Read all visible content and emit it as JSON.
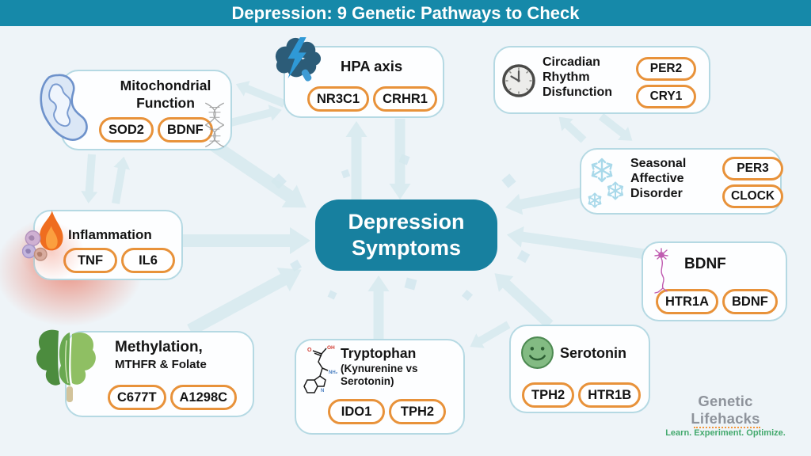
{
  "banner": {
    "title": "Depression: 9 Genetic Pathways to Check"
  },
  "center": {
    "title_line1": "Depression",
    "title_line2": "Symptoms"
  },
  "pathways": [
    {
      "key": "mitochondrial-function",
      "title": "Mitochondrial Function",
      "genes": [
        "SOD2",
        "BDNF"
      ],
      "icons": [
        "mitochondria-icon",
        "dna-helix-icon"
      ]
    },
    {
      "key": "hpa-axis",
      "title": "HPA axis",
      "genes": [
        "NR3C1",
        "CRHR1"
      ],
      "icons": [
        "brain-lightning-icon"
      ]
    },
    {
      "key": "circadian-rhythm-disfunction",
      "title": "Circadian Rhythm Disfunction",
      "genes": [
        "PER2",
        "CRY1"
      ],
      "icons": [
        "clock-icon"
      ]
    },
    {
      "key": "seasonal-affective-disorder",
      "title": "Seasonal Affective Disorder",
      "genes": [
        "PER3",
        "CLOCK"
      ],
      "icons": [
        "snowflakes-icon"
      ]
    },
    {
      "key": "bdnf",
      "title": "BDNF",
      "genes": [
        "HTR1A",
        "BDNF"
      ],
      "icons": [
        "neuron-icon"
      ]
    },
    {
      "key": "serotonin",
      "title": "Serotonin",
      "genes": [
        "TPH2",
        "HTR1B"
      ],
      "icons": [
        "smiley-face-icon"
      ]
    },
    {
      "key": "tryptophan",
      "title": "Tryptophan",
      "subtitle": "(Kynurenine vs Serotonin)",
      "genes": [
        "IDO1",
        "TPH2"
      ],
      "icons": [
        "molecule-icon"
      ]
    },
    {
      "key": "methylation",
      "title": "Methylation,",
      "subtitle": "MTHFR &  Folate",
      "genes": [
        "C677T",
        "A1298C"
      ],
      "icons": [
        "leafy-greens-icon"
      ]
    },
    {
      "key": "inflammation",
      "title": "Inflammation",
      "genes": [
        "TNF",
        "IL6"
      ],
      "icons": [
        "flame-icon",
        "cells-icon"
      ]
    }
  ],
  "footer_logo": {
    "name": "Genetic Lifehacks",
    "tagline": "Learn. Experiment. Optimize."
  },
  "colors": {
    "banner_teal": "#1689a9",
    "center_teal": "#17809f",
    "pill_orange": "#e8923a",
    "card_border": "#b5d9e3",
    "arrow_blue": "#d4e8ee",
    "background": "#eef4f8",
    "logo_gray": "#8e939b",
    "logo_green": "#43a96d",
    "inflammation_glow": "#e84628"
  }
}
